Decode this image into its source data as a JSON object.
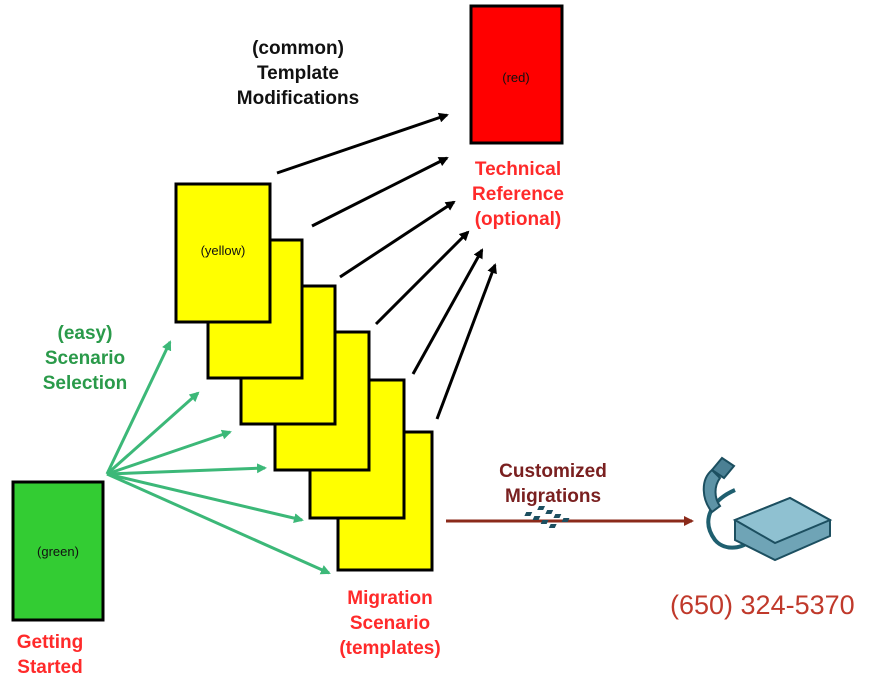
{
  "labels": {
    "modifications": [
      "(common)",
      "Template",
      "Modifications"
    ],
    "technical": [
      "Technical",
      "Reference",
      "(optional)"
    ],
    "scenario_selection": [
      "(easy)",
      "Scenario",
      "Selection"
    ],
    "customized": [
      "Customized",
      "Migrations"
    ],
    "migration": [
      "Migration",
      "Scenario",
      "(templates)"
    ],
    "getting_started": [
      "Getting",
      "Started"
    ]
  },
  "boxes": {
    "red": "(red)",
    "yellow": "(yellow)",
    "green": "(green)"
  },
  "phone": "(650) 324-5370",
  "colors": {
    "red_box": "#ff0000",
    "yellow_box": "#ffff00",
    "green_box": "#33cc33",
    "black_arrow": "#000000",
    "green_arrow": "#3cb878",
    "dark_arrow": "#8b2a1a",
    "red_text": "#ff2a2a",
    "green_text": "#2a9a4a"
  }
}
